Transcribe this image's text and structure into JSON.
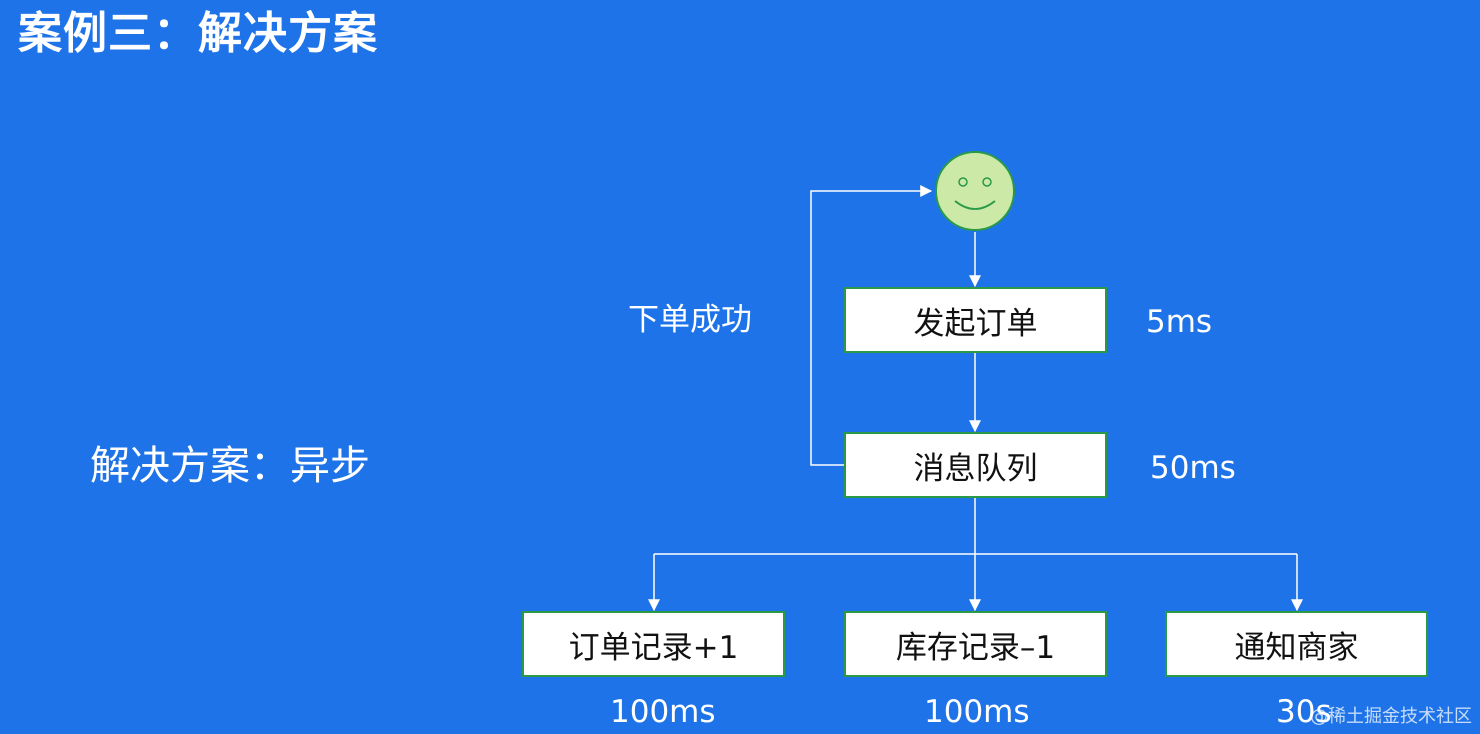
{
  "title": "案例三：解决方案",
  "solution_label": "解决方案：异步",
  "success_label": "下单成功",
  "nodes": {
    "start_order": {
      "label": "发起订单",
      "time": "5ms"
    },
    "message_queue": {
      "label": "消息队列",
      "time": "50ms"
    },
    "order_record": {
      "label": "订单记录+1",
      "time": "100ms"
    },
    "stock_record": {
      "label": "库存记录–1",
      "time": "100ms"
    },
    "notify_merchant": {
      "label": "通知商家",
      "time": "30s"
    }
  },
  "watermark": "@稀土掘金技术社区",
  "colors": {
    "background": "#1f73e8",
    "box_border": "#2a9a47",
    "smiley_fill": "#cde9a8"
  }
}
